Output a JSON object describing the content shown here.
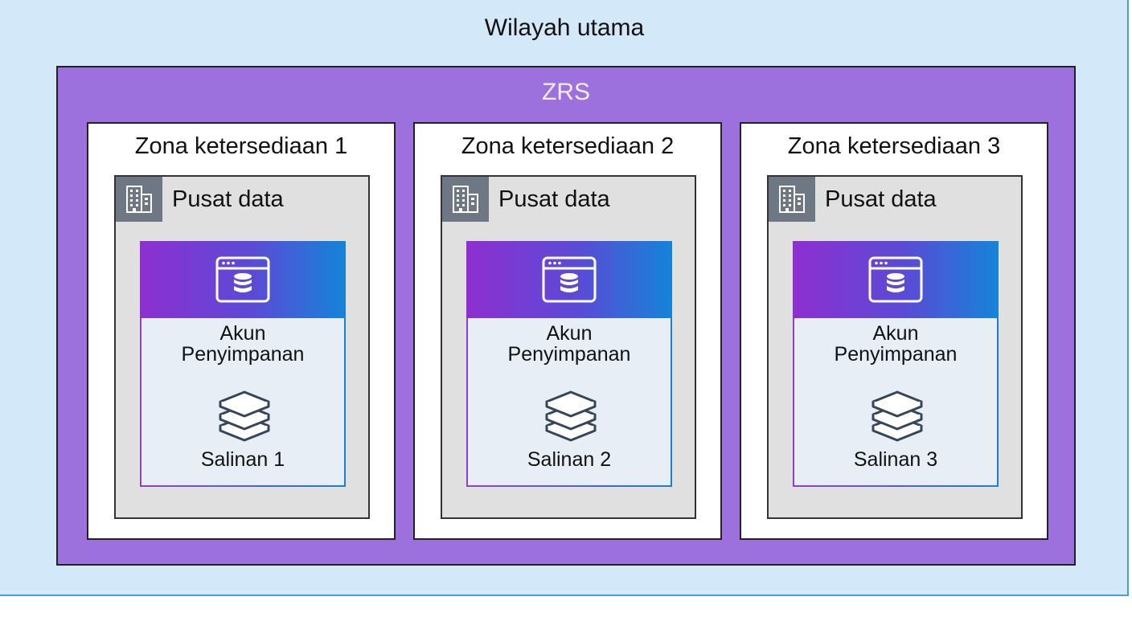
{
  "region": {
    "title": "Wilayah utama"
  },
  "zrs": {
    "title": "ZRS"
  },
  "zones": [
    {
      "title": "Zona ketersediaan 1",
      "datacenter_label": "Pusat data",
      "account_line1": "Akun",
      "account_line2": "Penyimpanan",
      "copy_label": "Salinan 1"
    },
    {
      "title": "Zona ketersediaan 2",
      "datacenter_label": "Pusat data",
      "account_line1": "Akun",
      "account_line2": "Penyimpanan",
      "copy_label": "Salinan 2"
    },
    {
      "title": "Zona ketersediaan 3",
      "datacenter_label": "Pusat data",
      "account_line1": "Akun",
      "account_line2": "Penyimpanan",
      "copy_label": "Salinan 3"
    }
  ],
  "icons": {
    "datacenter": "building-icon",
    "account": "storage-account-icon",
    "copy": "layers-stack-icon"
  },
  "colors": {
    "region_bg": "#d3e8f8",
    "zrs_bg": "#9c70dd",
    "header_gradient_start": "#8e2fd0",
    "header_gradient_end": "#1484d8"
  }
}
